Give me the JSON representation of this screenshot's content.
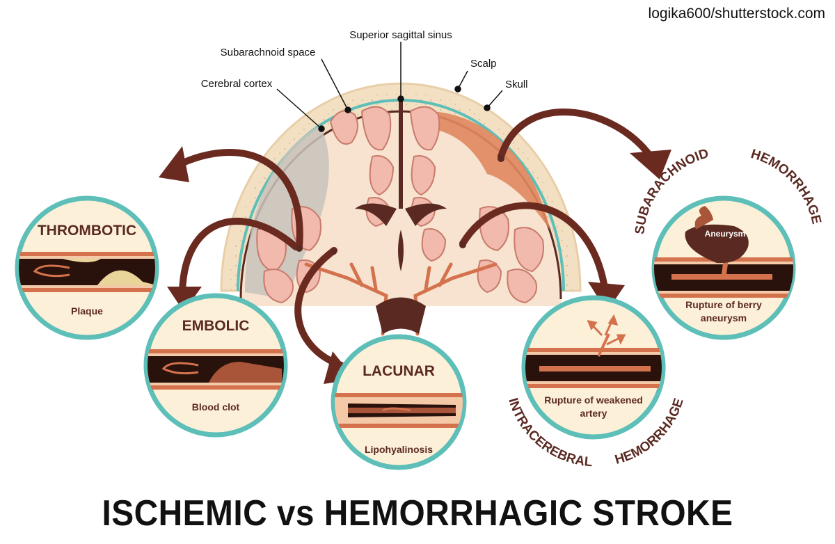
{
  "credit": "logika600/shutterstock.com",
  "title": "ISCHEMIC vs HEMORRHAGIC STROKE",
  "anatomy_labels": {
    "superior_sagittal_sinus": "Superior sagittal sinus",
    "subarachnoid_space": "Subarachnoid space",
    "cerebral_cortex": "Cerebral cortex",
    "scalp": "Scalp",
    "skull": "Skull"
  },
  "ischemic": {
    "thrombotic": {
      "title": "THROMBOTIC",
      "caption": "Plaque"
    },
    "embolic": {
      "title": "EMBOLIC",
      "caption": "Blood clot"
    },
    "lacunar": {
      "title": "LACUNAR",
      "caption": "Lipohyalinosis"
    }
  },
  "hemorrhagic": {
    "subarachnoid": {
      "arc_left": "SUBARACHNOID",
      "arc_right": "HEMORRHAGE",
      "inner": "Aneurysm",
      "caption_1": "Rupture of berry",
      "caption_2": "aneurysm"
    },
    "intracerebral": {
      "arc_left": "INTRACEREBRAL",
      "arc_right": "HEMORRHAGE",
      "caption_1": "Rupture of weakened",
      "caption_2": "artery"
    }
  },
  "colors": {
    "ring": "#5dbfb8",
    "ring_bg": "#fdf0d8",
    "arrow": "#6b2a20",
    "brain_fill": "#f7e3cf",
    "gyri": "#f2b9ad",
    "artery": "#d4724d",
    "text_dark": "#5a2a22"
  }
}
